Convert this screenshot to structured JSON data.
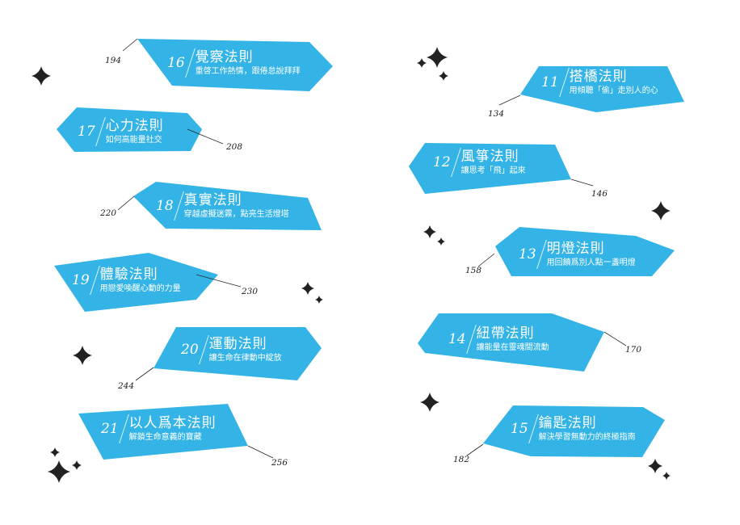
{
  "accent": "#34b4e6",
  "ink": "#222222",
  "sparkle_icon": "four-point-star",
  "left_column": [
    {
      "number": "16",
      "title": "覺察法則",
      "subtitle": "重啓工作熱情，跟倦怠說拜拜",
      "page": "194"
    },
    {
      "number": "17",
      "title": "心力法則",
      "subtitle": "如何高能量社交",
      "page": "208"
    },
    {
      "number": "18",
      "title": "真實法則",
      "subtitle": "穿越虛擬迷霧，點亮生活燈塔",
      "page": "220"
    },
    {
      "number": "19",
      "title": "體驗法則",
      "subtitle": "用戀愛喚醒心動的力量",
      "page": "230"
    },
    {
      "number": "20",
      "title": "運動法則",
      "subtitle": "讓生命在律動中綻放",
      "page": "244"
    },
    {
      "number": "21",
      "title": "以人爲本法則",
      "subtitle": "解鎖生命意義的寶藏",
      "page": "256"
    }
  ],
  "right_column": [
    {
      "number": "11",
      "title": "搭橋法則",
      "subtitle": "用傾聽「偷」走別人的心",
      "page": "134"
    },
    {
      "number": "12",
      "title": "風箏法則",
      "subtitle": "讓思考「飛」起來",
      "page": "146"
    },
    {
      "number": "13",
      "title": "明燈法則",
      "subtitle": "用回饋爲別人點一盞明燈",
      "page": "158"
    },
    {
      "number": "14",
      "title": "紐帶法則",
      "subtitle": "讓能量在靈魂間流動",
      "page": "170"
    },
    {
      "number": "15",
      "title": "鑰匙法則",
      "subtitle": "解決學習無動力的終極指南",
      "page": "182"
    }
  ]
}
